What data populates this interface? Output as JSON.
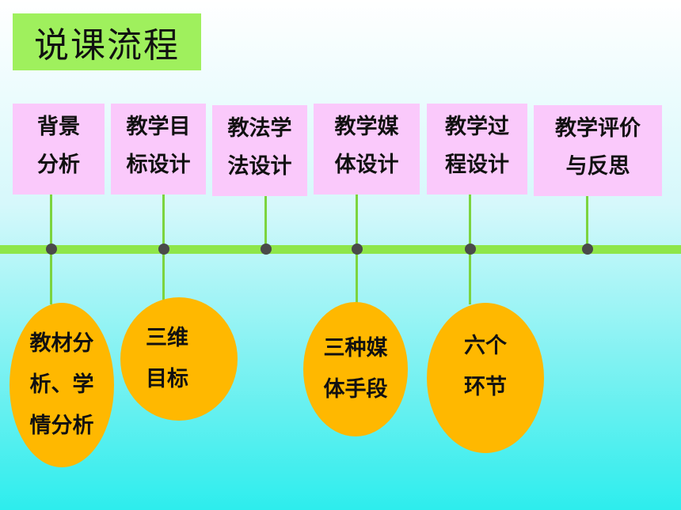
{
  "title": "说课流程",
  "steps": [
    {
      "line1": "背景",
      "line2": "分析"
    },
    {
      "line1": "教学目",
      "line2": "标设计"
    },
    {
      "line1": "教法学",
      "line2": "法设计"
    },
    {
      "line1": "教学媒",
      "line2": "体设计"
    },
    {
      "line1": "教学过",
      "line2": "程设计"
    },
    {
      "line1": "教学评价",
      "line2": "与反思"
    }
  ],
  "details": [
    {
      "lines": [
        "教材分",
        "析、学",
        "情分析"
      ]
    },
    {
      "lines": [
        "三维",
        "目标"
      ]
    },
    {
      "lines": [
        "三种媒",
        "体手段"
      ]
    },
    {
      "lines": [
        "六个",
        "环节"
      ]
    }
  ],
  "colors": {
    "title_bg": "#9ff05d",
    "box_bg": "#fac9fb",
    "ellipse_bg": "#ffb800",
    "timeline": "#8ee64a",
    "dot": "#4a4a4a"
  }
}
